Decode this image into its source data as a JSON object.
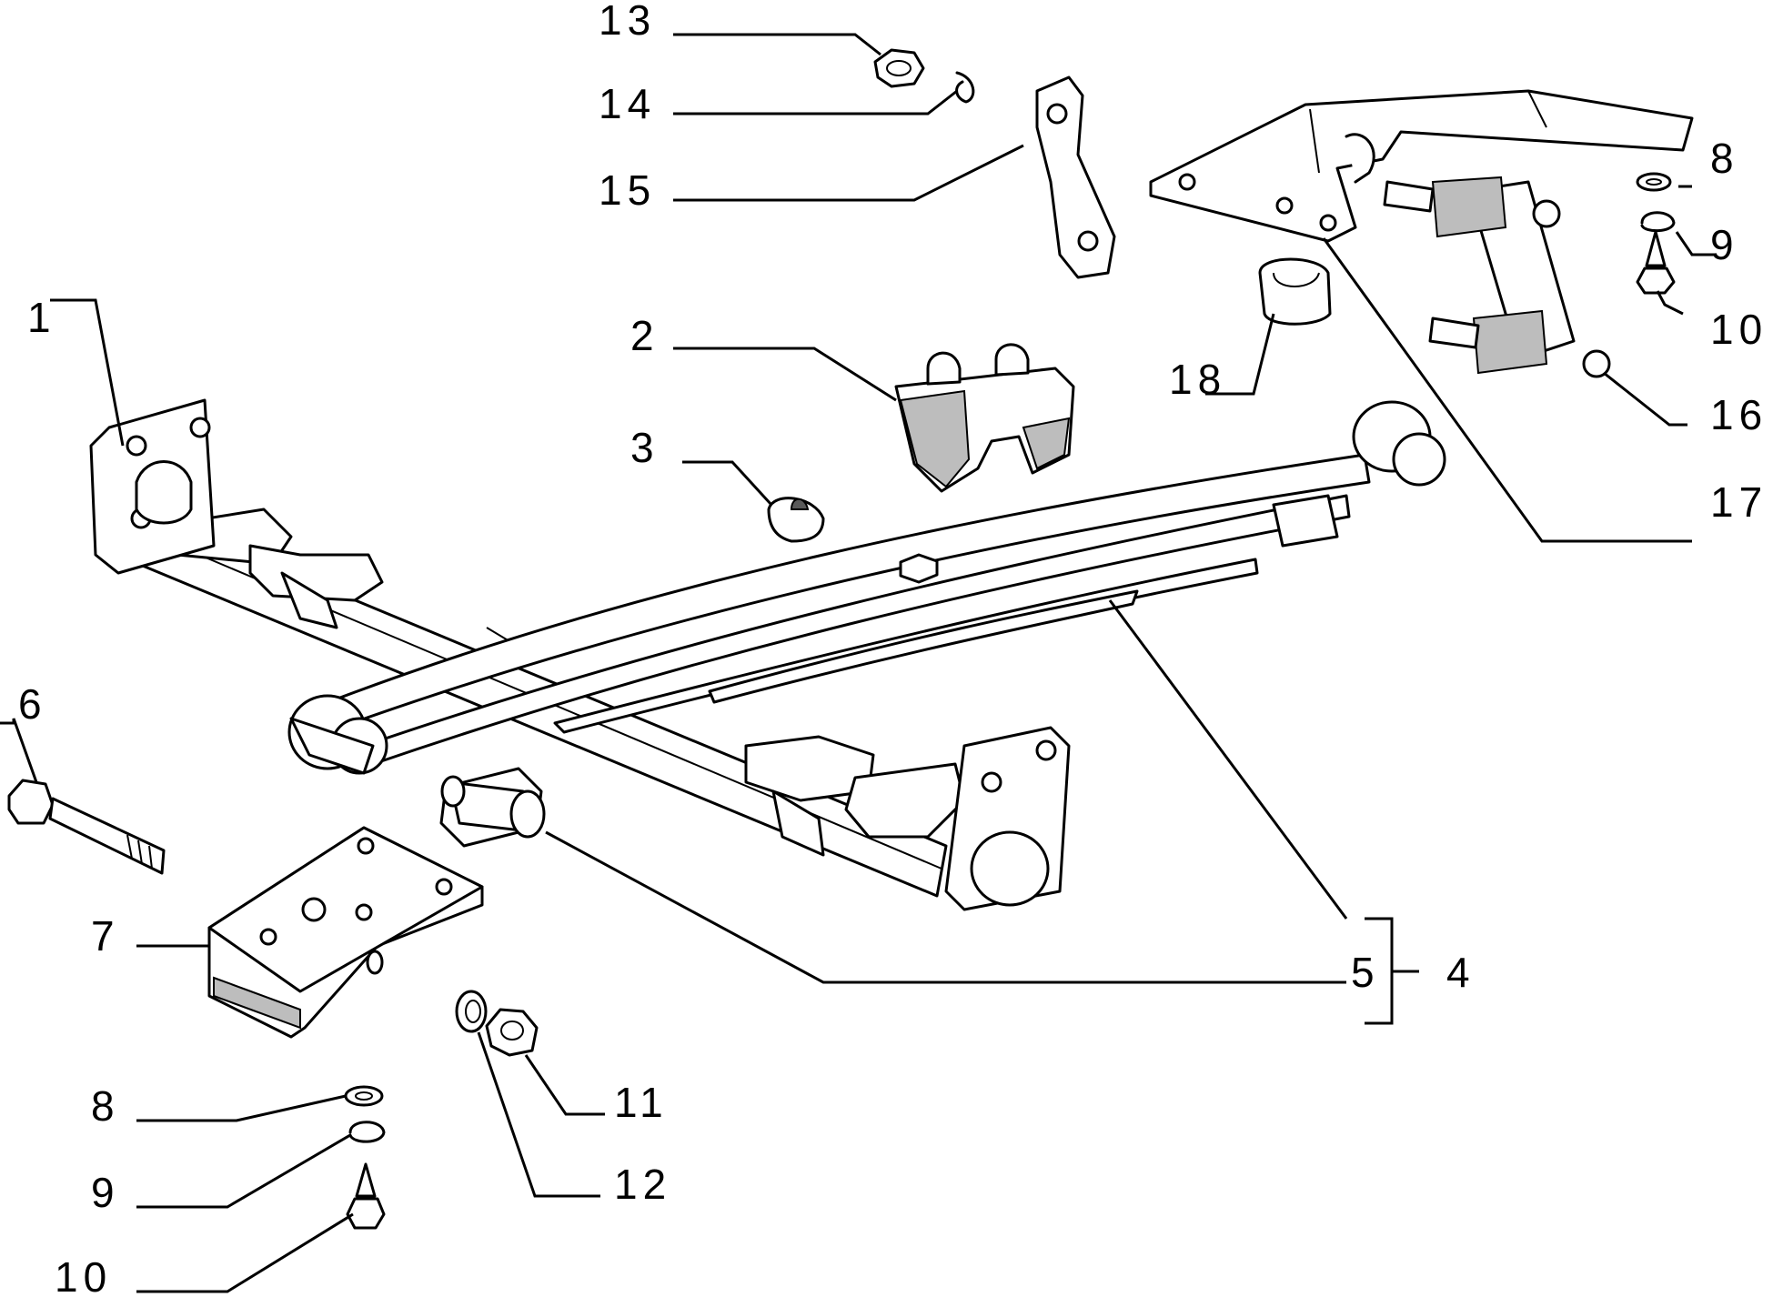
{
  "colors": {
    "ink": "#000000",
    "paper": "#ffffff",
    "shading": "#bdbdbd"
  },
  "callouts": [
    {
      "id": "13",
      "text": "13"
    },
    {
      "id": "14",
      "text": "14"
    },
    {
      "id": "15",
      "text": "15"
    },
    {
      "id": "1",
      "text": "1"
    },
    {
      "id": "2",
      "text": "2"
    },
    {
      "id": "3",
      "text": "3"
    },
    {
      "id": "18",
      "text": "18"
    },
    {
      "id": "8-top",
      "text": "8"
    },
    {
      "id": "9-top",
      "text": "9"
    },
    {
      "id": "10-top",
      "text": "10"
    },
    {
      "id": "16",
      "text": "16"
    },
    {
      "id": "17",
      "text": "17"
    },
    {
      "id": "6",
      "text": "6"
    },
    {
      "id": "7",
      "text": "7"
    },
    {
      "id": "5",
      "text": "5"
    },
    {
      "id": "4",
      "text": "4"
    },
    {
      "id": "11",
      "text": "11"
    },
    {
      "id": "12",
      "text": "12"
    },
    {
      "id": "8-bottom",
      "text": "8"
    },
    {
      "id": "9-bottom",
      "text": "9"
    },
    {
      "id": "10-bottom",
      "text": "10"
    }
  ]
}
